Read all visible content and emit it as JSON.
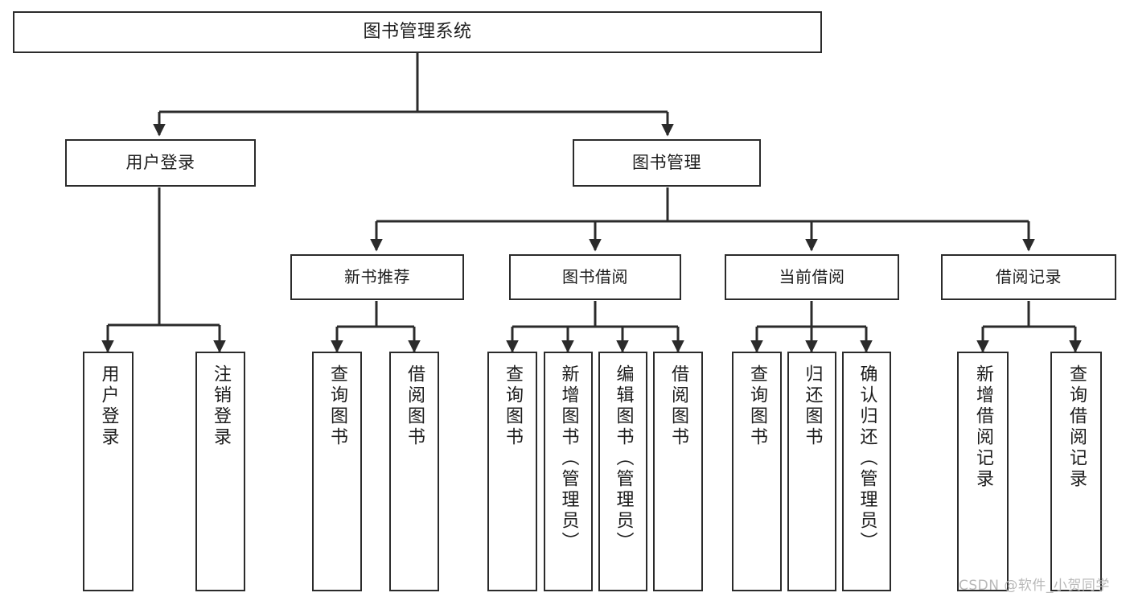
{
  "diagram": {
    "type": "tree-hierarchy",
    "title": "图书管理系统",
    "watermark": "CSDN @软件_小贺同学",
    "nodes": {
      "root": {
        "label": "图书管理系统"
      },
      "level1": [
        {
          "id": "user-login",
          "label": "用户登录"
        },
        {
          "id": "book-manage",
          "label": "图书管理"
        }
      ],
      "level2": [
        {
          "id": "new-book-recommend",
          "label": "新书推荐"
        },
        {
          "id": "book-borrow",
          "label": "图书借阅"
        },
        {
          "id": "current-borrow",
          "label": "当前借阅"
        },
        {
          "id": "borrow-record",
          "label": "借阅记录"
        }
      ],
      "leaves": {
        "user_login": [
          {
            "id": "leaf-user-login",
            "label": "用户登录"
          },
          {
            "id": "leaf-logout-login",
            "label": "注销登录"
          }
        ],
        "new_book_recommend": [
          {
            "id": "leaf-query-book-1",
            "label": "查询图书"
          },
          {
            "id": "leaf-borrow-book-1",
            "label": "借阅图书"
          }
        ],
        "book_borrow": [
          {
            "id": "leaf-query-book-2",
            "label": "查询图书"
          },
          {
            "id": "leaf-add-book-admin",
            "label": "新增图书（管理员）"
          },
          {
            "id": "leaf-edit-book-admin",
            "label": "编辑图书（管理员）"
          },
          {
            "id": "leaf-borrow-book-2",
            "label": "借阅图书"
          }
        ],
        "current_borrow": [
          {
            "id": "leaf-query-book-3",
            "label": "查询图书"
          },
          {
            "id": "leaf-return-book",
            "label": "归还图书"
          },
          {
            "id": "leaf-confirm-return-admin",
            "label": "确认归还（管理员）"
          }
        ],
        "borrow_record": [
          {
            "id": "leaf-add-borrow-record",
            "label": "新增借阅记录"
          },
          {
            "id": "leaf-query-borrow-record",
            "label": "查询借阅记录"
          }
        ]
      }
    },
    "colors": {
      "stroke": "#2b2b2b",
      "fill": "#ffffff",
      "text": "#1c1c1c",
      "watermark": "#b9b9b9"
    }
  }
}
